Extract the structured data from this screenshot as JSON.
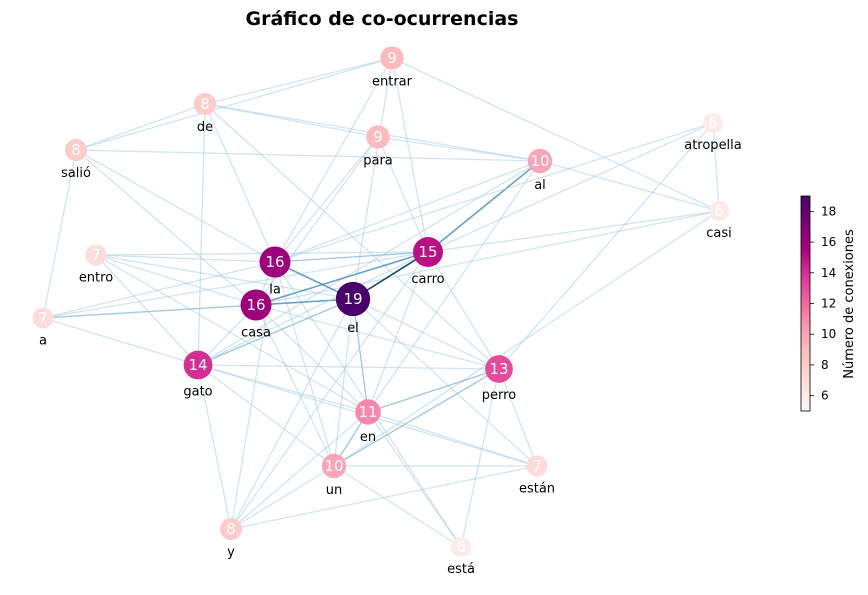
{
  "title": "Gráfico de co-ocurrencias",
  "colorbar": {
    "label": "Número de conexiones",
    "min": 5,
    "max": 19,
    "ticks": [
      "6",
      "8",
      "10",
      "12",
      "14",
      "16",
      "18"
    ],
    "colors": [
      "#fff7f3",
      "#fde0dd",
      "#fcc5c0",
      "#fa9fb5",
      "#f768a1",
      "#dd3497",
      "#ae017e",
      "#7a0177",
      "#49006a"
    ]
  },
  "nodes": [
    {
      "id": "entrar",
      "label": "entrar",
      "value": "9"
    },
    {
      "id": "de",
      "label": "de",
      "value": "8"
    },
    {
      "id": "para",
      "label": "para",
      "value": "9"
    },
    {
      "id": "salio",
      "label": "salió",
      "value": "8"
    },
    {
      "id": "al",
      "label": "al",
      "value": "10"
    },
    {
      "id": "atropella",
      "label": "atropella",
      "value": "6"
    },
    {
      "id": "casi",
      "label": "casi",
      "value": "6"
    },
    {
      "id": "entro",
      "label": "entro",
      "value": "7"
    },
    {
      "id": "a",
      "label": "a",
      "value": "7"
    },
    {
      "id": "la",
      "label": "la",
      "value": "16"
    },
    {
      "id": "casa",
      "label": "casa",
      "value": "16"
    },
    {
      "id": "el",
      "label": "el",
      "value": "19"
    },
    {
      "id": "carro",
      "label": "carro",
      "value": "15"
    },
    {
      "id": "gato",
      "label": "gato",
      "value": "14"
    },
    {
      "id": "perro",
      "label": "perro",
      "value": "13"
    },
    {
      "id": "en",
      "label": "en",
      "value": "11"
    },
    {
      "id": "un",
      "label": "un",
      "value": "10"
    },
    {
      "id": "estan",
      "label": "están",
      "value": "7"
    },
    {
      "id": "y",
      "label": "y",
      "value": "8"
    },
    {
      "id": "esta",
      "label": "está",
      "value": "6"
    }
  ],
  "edges": [
    [
      "entrar",
      "de"
    ],
    [
      "entrar",
      "salio"
    ],
    [
      "entrar",
      "la"
    ],
    [
      "entrar",
      "carro"
    ],
    [
      "entrar",
      "casi"
    ],
    [
      "entrar",
      "el"
    ],
    [
      "de",
      "para"
    ],
    [
      "de",
      "al"
    ],
    [
      "de",
      "la"
    ],
    [
      "de",
      "gato"
    ],
    [
      "de",
      "perro"
    ],
    [
      "de",
      "salio"
    ],
    [
      "para",
      "la"
    ],
    [
      "para",
      "casa"
    ],
    [
      "para",
      "al"
    ],
    [
      "para",
      "carro"
    ],
    [
      "salio",
      "la"
    ],
    [
      "salio",
      "casa"
    ],
    [
      "salio",
      "a"
    ],
    [
      "salio",
      "al"
    ],
    [
      "al",
      "carro"
    ],
    [
      "al",
      "la"
    ],
    [
      "al",
      "en"
    ],
    [
      "al",
      "gato"
    ],
    [
      "al",
      "casi"
    ],
    [
      "atropella",
      "carro"
    ],
    [
      "atropella",
      "casi"
    ],
    [
      "atropella",
      "perro"
    ],
    [
      "atropella",
      "la"
    ],
    [
      "casi",
      "carro"
    ],
    [
      "casi",
      "un"
    ],
    [
      "casi",
      "casa"
    ],
    [
      "entro",
      "la"
    ],
    [
      "entro",
      "el"
    ],
    [
      "entro",
      "casa"
    ],
    [
      "entro",
      "en"
    ],
    [
      "entro",
      "carro"
    ],
    [
      "entro",
      "gato"
    ],
    [
      "a",
      "casa"
    ],
    [
      "a",
      "el"
    ],
    [
      "a",
      "carro"
    ],
    [
      "a",
      "gato"
    ],
    [
      "a",
      "la"
    ],
    [
      "la",
      "el"
    ],
    [
      "la",
      "casa"
    ],
    [
      "la",
      "carro"
    ],
    [
      "la",
      "un"
    ],
    [
      "la",
      "esta"
    ],
    [
      "la",
      "y"
    ],
    [
      "casa",
      "el"
    ],
    [
      "casa",
      "carro"
    ],
    [
      "casa",
      "gato"
    ],
    [
      "casa",
      "un"
    ],
    [
      "casa",
      "en"
    ],
    [
      "casa",
      "perro"
    ],
    [
      "el",
      "carro"
    ],
    [
      "el",
      "gato"
    ],
    [
      "el",
      "perro"
    ],
    [
      "el",
      "en"
    ],
    [
      "el",
      "un"
    ],
    [
      "el",
      "y"
    ],
    [
      "el",
      "estan"
    ],
    [
      "carro",
      "perro"
    ],
    [
      "carro",
      "en"
    ],
    [
      "carro",
      "gato"
    ],
    [
      "carro",
      "y"
    ],
    [
      "gato",
      "perro"
    ],
    [
      "gato",
      "en"
    ],
    [
      "gato",
      "un"
    ],
    [
      "gato",
      "estan"
    ],
    [
      "gato",
      "y"
    ],
    [
      "perro",
      "en"
    ],
    [
      "perro",
      "un"
    ],
    [
      "perro",
      "estan"
    ],
    [
      "perro",
      "esta"
    ],
    [
      "en",
      "un"
    ],
    [
      "en",
      "estan"
    ],
    [
      "en",
      "esta"
    ],
    [
      "en",
      "y"
    ],
    [
      "un",
      "estan"
    ],
    [
      "un",
      "y"
    ],
    [
      "un",
      "esta"
    ],
    [
      "y",
      "estan"
    ]
  ],
  "edge_weights": {
    "el|carro": 4,
    "la|el": 3,
    "casa|el": 3,
    "casa|carro": 3,
    "al|carro": 3,
    "el|en": 2,
    "en|un": 2,
    "gato|el": 2,
    "perro|un": 2,
    "en|perro": 2,
    "a|casa": 2,
    "la|carro": 2
  }
}
